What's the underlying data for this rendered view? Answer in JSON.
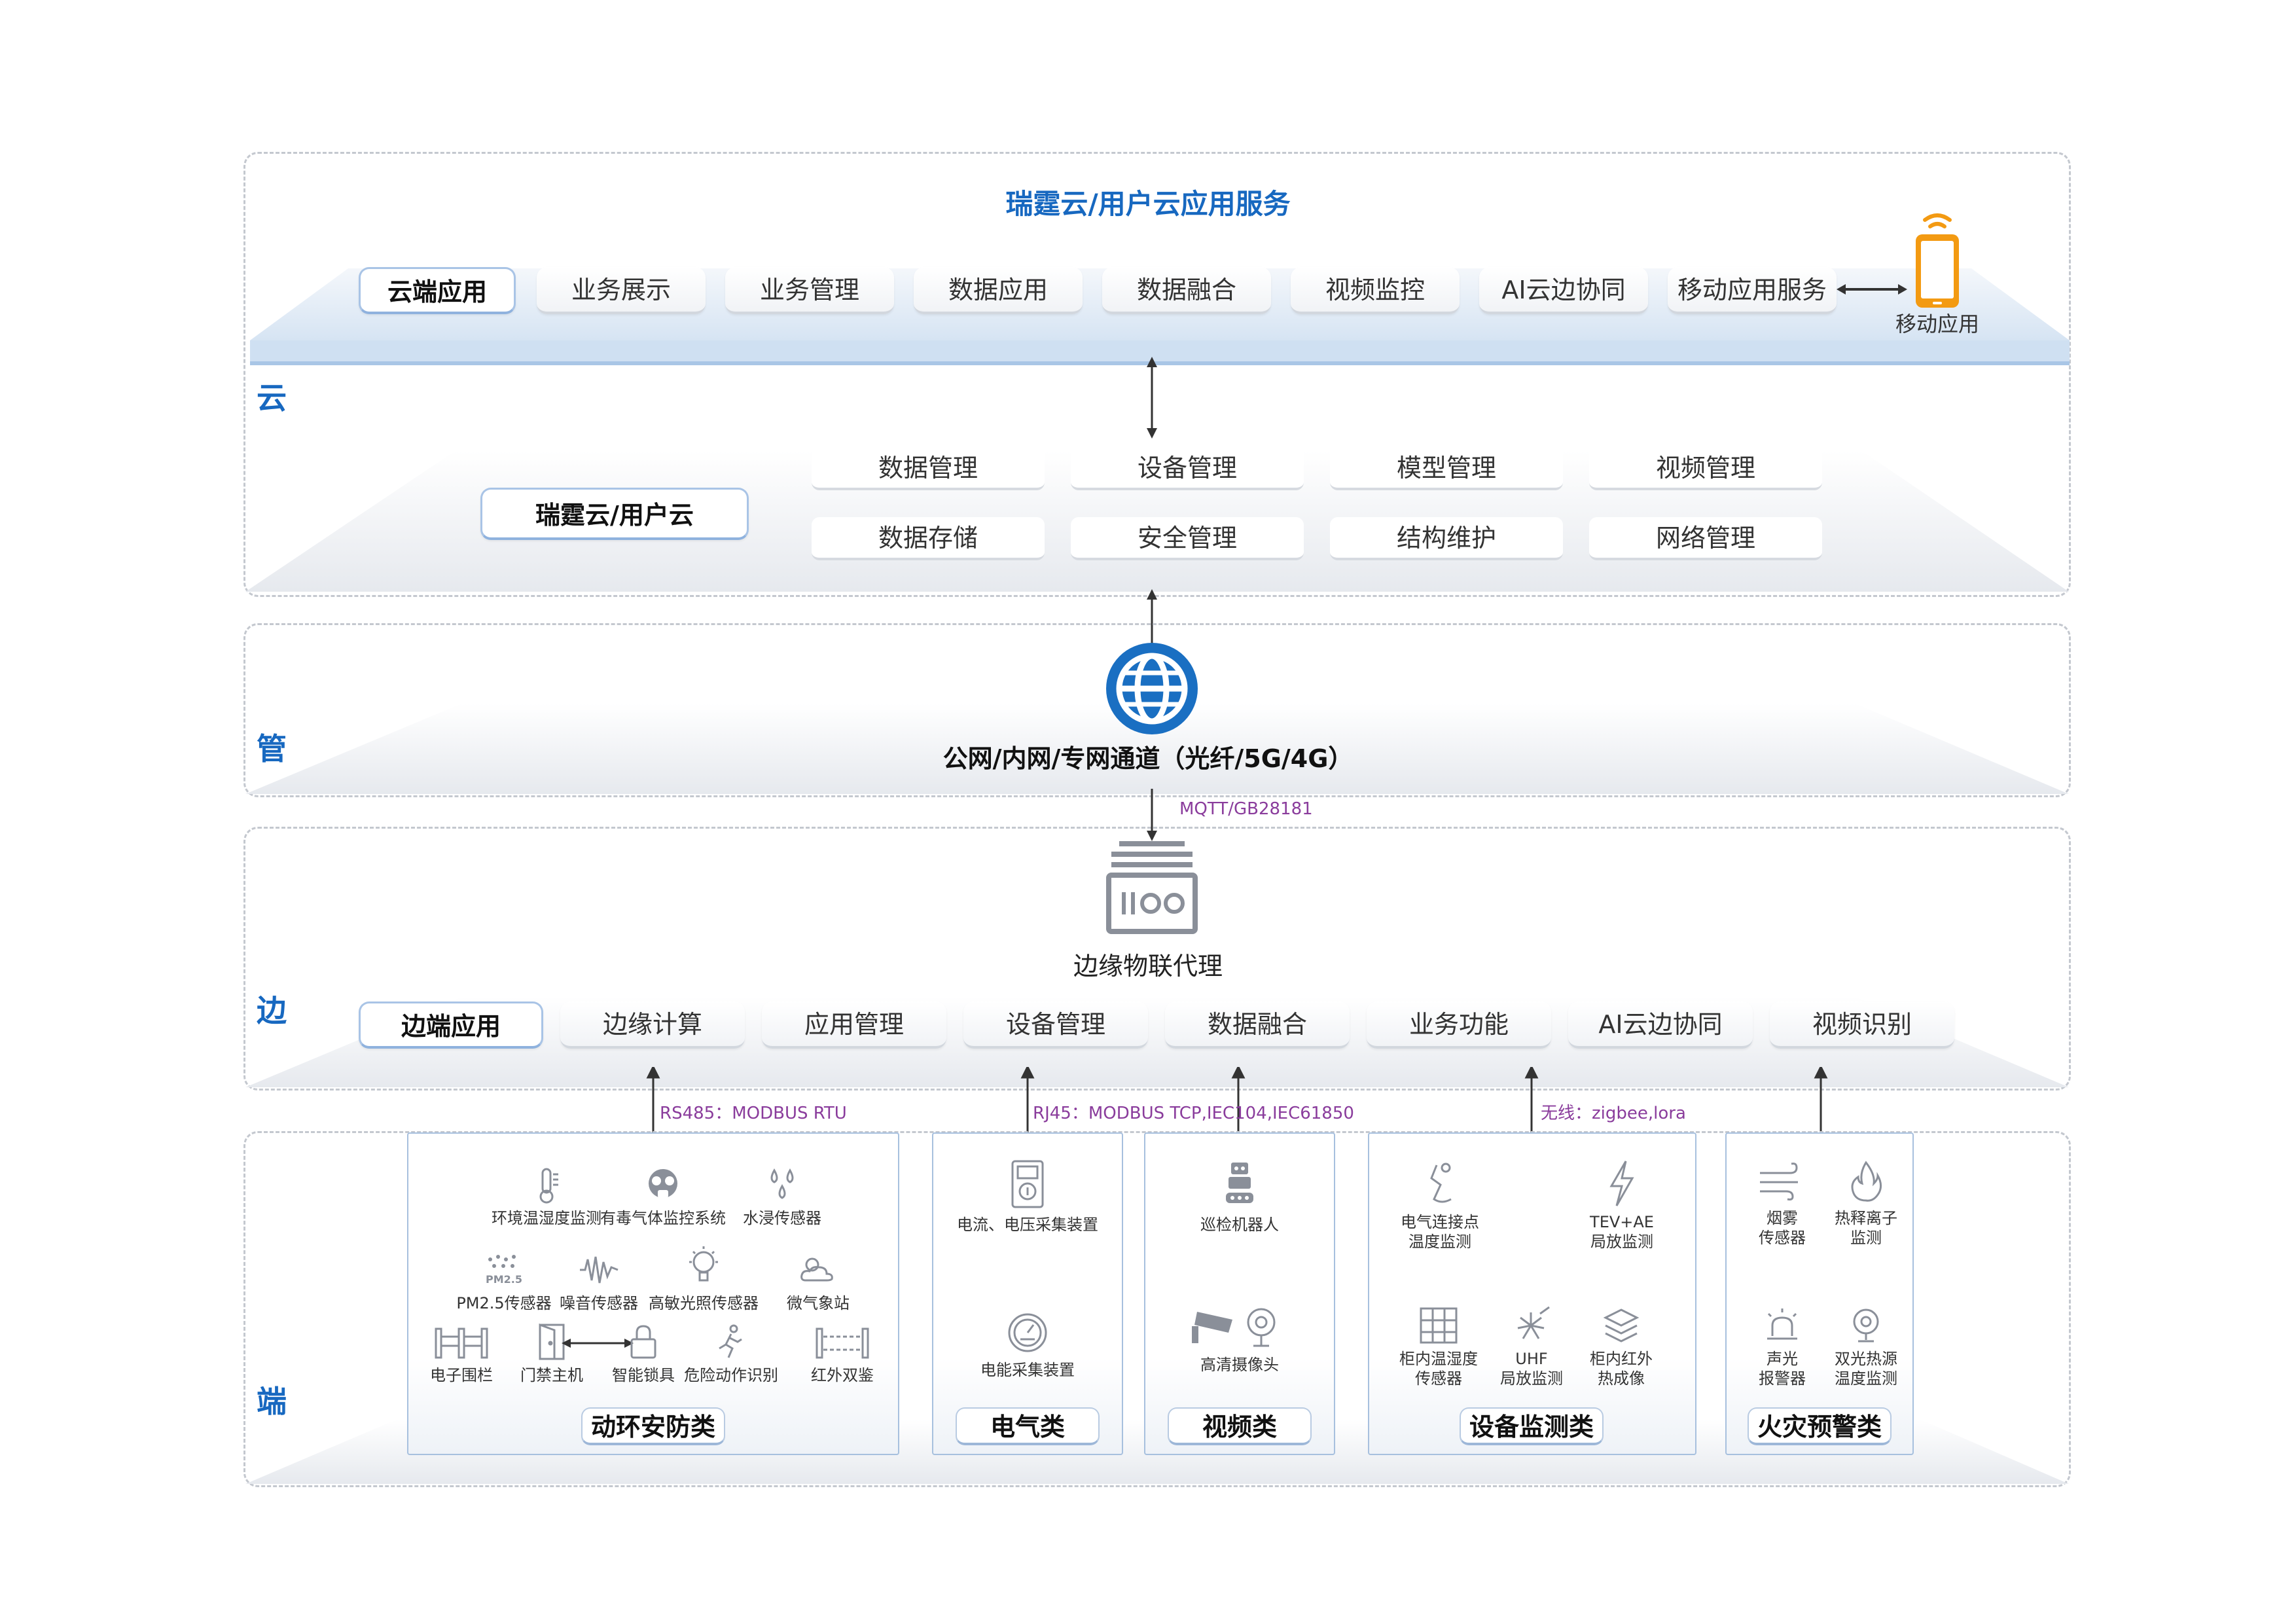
{
  "cloud": {
    "title": "瑞霆云/用户云应用服务",
    "label": "云",
    "app_tabs": [
      {
        "label": "云端应用",
        "active": true
      },
      {
        "label": "业务展示"
      },
      {
        "label": "业务管理"
      },
      {
        "label": "数据应用"
      },
      {
        "label": "数据融合"
      },
      {
        "label": "视频监控"
      },
      {
        "label": "AI云边协同"
      },
      {
        "label": "移动应用服务"
      }
    ],
    "mobile_label": "移动应用",
    "platform_label": "瑞霆云/用户云",
    "services": [
      "数据管理",
      "设备管理",
      "模型管理",
      "视频管理",
      "数据存储",
      "安全管理",
      "结构维护",
      "网络管理"
    ]
  },
  "pipe": {
    "label": "管",
    "network_label": "公网/内网/专网通道（光纤/5G/4G）",
    "protocol": "MQTT/GB28181"
  },
  "edge": {
    "label": "边",
    "gateway_label": "边缘物联代理",
    "app_tabs": [
      {
        "label": "边端应用",
        "active": true
      },
      {
        "label": "边缘计算"
      },
      {
        "label": "应用管理"
      },
      {
        "label": "设备管理"
      },
      {
        "label": "数据融合"
      },
      {
        "label": "业务功能"
      },
      {
        "label": "AI云边协同"
      },
      {
        "label": "视频识别"
      }
    ],
    "protocols": [
      "RS485：MODBUS RTU",
      "RJ45：MODBUS TCP,IEC104,IEC61850",
      "无线：zigbee,lora"
    ]
  },
  "terminal": {
    "label": "端",
    "groups": [
      {
        "title": "动环安防类",
        "devices": [
          "环境温湿度监测",
          "有毒气体监控系统",
          "水浸传感器",
          "PM2.5传感器",
          "噪音传感器",
          "高敏光照传感器",
          "微气象站",
          "电子围栏",
          "门禁主机",
          "智能锁具",
          "危险动作识别",
          "红外双鉴"
        ]
      },
      {
        "title": "电气类",
        "devices": [
          "电流、电压采集装置",
          "电能采集装置"
        ]
      },
      {
        "title": "视频类",
        "devices": [
          "巡检机器人",
          "高清摄像头"
        ]
      },
      {
        "title": "设备监测类",
        "devices": [
          "电气连接点\n温度监测",
          "TEV+AE\n局放监测",
          "柜内温湿度\n传感器",
          "UHF\n局放监测",
          "柜内红外\n热成像"
        ]
      },
      {
        "title": "火灾预警类",
        "devices": [
          "烟雾\n传感器",
          "热释离子\n监测",
          "声光\n报警器",
          "双光热源\n温度监测"
        ]
      }
    ]
  },
  "colors": {
    "accent": "#1768c0",
    "protocol": "#8a3c9c",
    "mobile": "#f39a12"
  }
}
